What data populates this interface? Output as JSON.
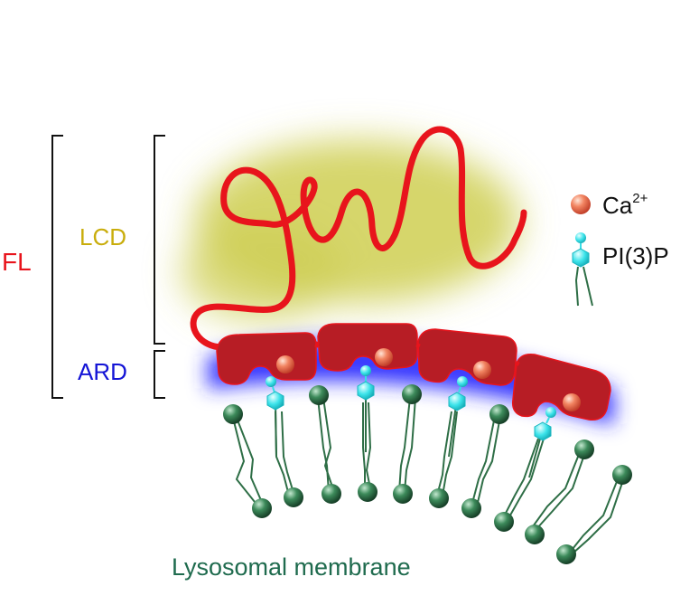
{
  "labels": {
    "fl": "FL",
    "lcd": "LCD",
    "ard": "ARD",
    "membrane": "Lysosomal membrane"
  },
  "legend": {
    "calcium_base": "Ca",
    "calcium_superscript": "2+",
    "pi3p": "PI(3)P"
  },
  "colors": {
    "fl": "#e8141c",
    "lcd": "#c9ad0c",
    "ard": "#1414d6",
    "membrane": "#1f6b4e",
    "lcd_chain": "#e8141c",
    "ard_repeat": "#b71d25",
    "calcium": "#f07a57",
    "pi3p": "#38dde6",
    "lipid_head": "#2e6e46"
  },
  "icons": {
    "calcium": "calcium-ion-icon",
    "pi3p": "pi3p-lipid-icon",
    "lipid": "phospholipid-icon"
  }
}
